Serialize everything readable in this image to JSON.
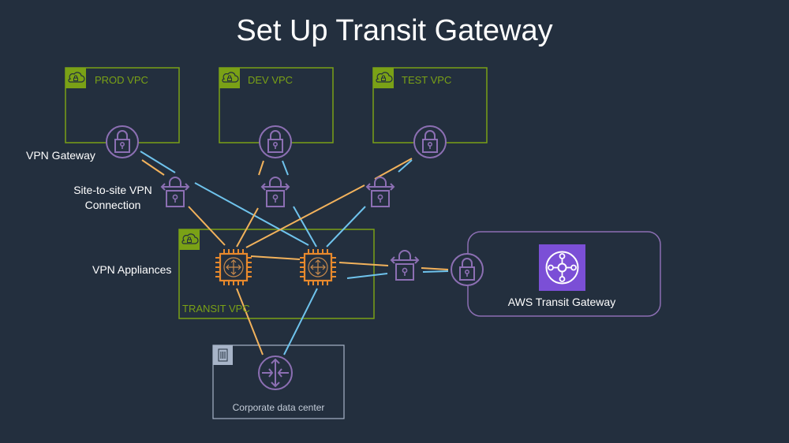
{
  "title": "Set Up Transit Gateway",
  "vpcs": [
    {
      "label": "PROD VPC"
    },
    {
      "label": "DEV VPC"
    },
    {
      "label": "TEST VPC"
    }
  ],
  "transit_vpc": {
    "label": "TRANSIT VPC"
  },
  "labels": {
    "vpn_gateway": "VPN Gateway",
    "site_to_site_line1": "Site-to-site VPN",
    "site_to_site_line2": "Connection",
    "vpn_appliances": "VPN Appliances"
  },
  "transit_gateway": {
    "label": "AWS Transit Gateway"
  },
  "data_center": {
    "label": "Corporate data center"
  },
  "colors": {
    "background": "#232f3e",
    "vpc_green": "#7aa116",
    "vpn_purple": "#8c6fb3",
    "appliance_orange": "#e8892c",
    "link_orange": "#f2b25c",
    "link_blue": "#6fc3ec",
    "tgw_purple": "#7b4fd6",
    "dc_gray": "#a7b4c8"
  }
}
